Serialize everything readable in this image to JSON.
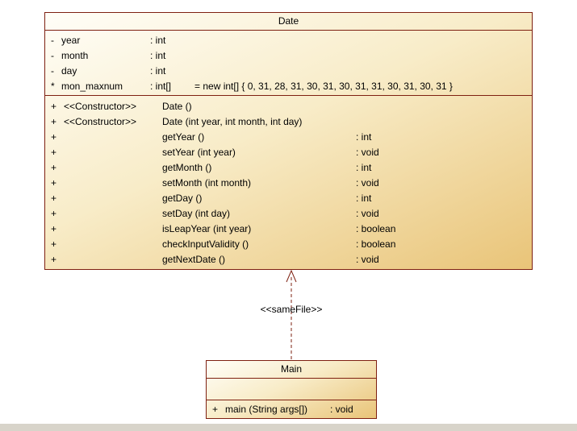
{
  "colors": {
    "border": "#7e2011",
    "grad_top": "#fffef8",
    "grad_mid": "#f8ecc8",
    "grad_bottom": "#e9c478",
    "arrow": "#7e2011",
    "text": "#000000",
    "edge": "#d8d4ca"
  },
  "date_class": {
    "name": "Date",
    "attributes": [
      {
        "vis": "-",
        "name": "year",
        "type": ": int",
        "init": ""
      },
      {
        "vis": "-",
        "name": "month",
        "type": ": int",
        "init": ""
      },
      {
        "vis": "-",
        "name": "day",
        "type": ": int",
        "init": ""
      },
      {
        "vis": "*",
        "name": "mon_maxnum",
        "type": ": int[]",
        "init": "= new int[] { 0, 31, 28, 31, 30, 31, 30, 31, 31, 30, 31, 30, 31 }"
      }
    ],
    "operations": [
      {
        "vis": "+",
        "stereo": "<<Constructor>>",
        "sig": "Date ()",
        "ret": ""
      },
      {
        "vis": "+",
        "stereo": "<<Constructor>>",
        "sig": "Date (int year, int month, int day)",
        "ret": ""
      },
      {
        "vis": "+",
        "stereo": "",
        "sig": "getYear ()",
        "ret": ": int"
      },
      {
        "vis": "+",
        "stereo": "",
        "sig": "setYear (int year)",
        "ret": ": void"
      },
      {
        "vis": "+",
        "stereo": "",
        "sig": "getMonth ()",
        "ret": ": int"
      },
      {
        "vis": "+",
        "stereo": "",
        "sig": "setMonth (int month)",
        "ret": ": void"
      },
      {
        "vis": "+",
        "stereo": "",
        "sig": "getDay ()",
        "ret": ": int"
      },
      {
        "vis": "+",
        "stereo": "",
        "sig": "setDay (int day)",
        "ret": ": void"
      },
      {
        "vis": "+",
        "stereo": "",
        "sig": "isLeapYear (int year)",
        "ret": ": boolean"
      },
      {
        "vis": "+",
        "stereo": "",
        "sig": "checkInputValidity ()",
        "ret": ": boolean"
      },
      {
        "vis": "+",
        "stereo": "",
        "sig": "getNextDate ()",
        "ret": ": void"
      }
    ]
  },
  "main_class": {
    "name": "Main",
    "operations": [
      {
        "vis": "+",
        "sig": "main (String args[])",
        "ret": ": void"
      }
    ]
  },
  "relation": {
    "label": "<<sameFile>>"
  }
}
